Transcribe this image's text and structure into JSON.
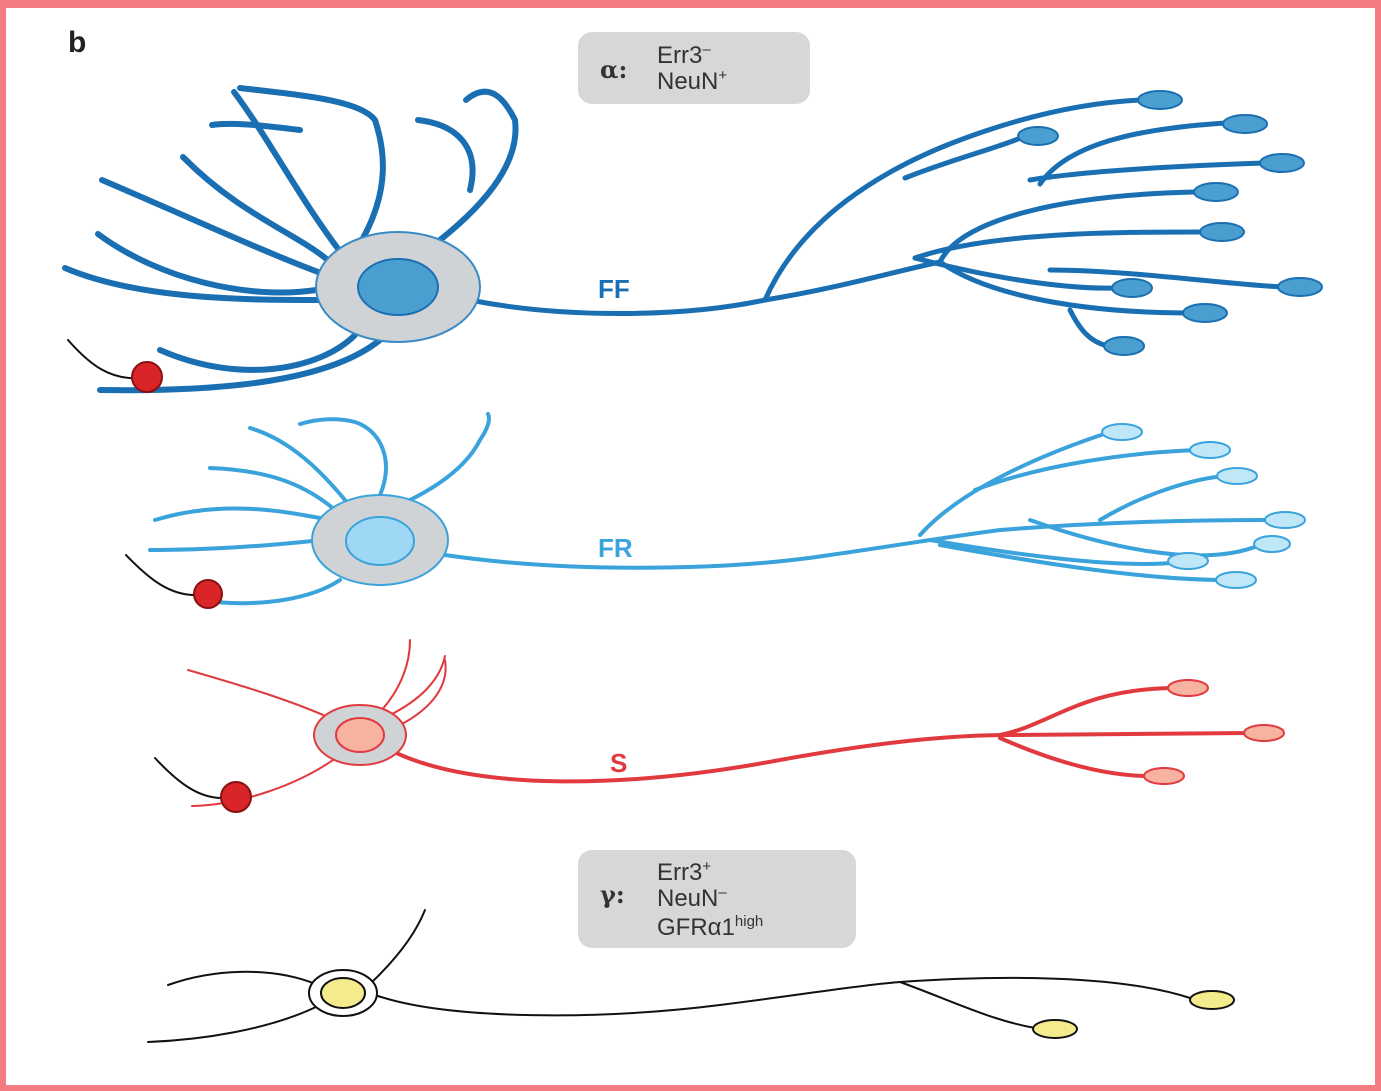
{
  "panel_label": "b",
  "alpha_badge": {
    "greek": "α:",
    "line1": "Err3",
    "line1_sup": "–",
    "line2": "NeuN",
    "line2_sup": "+"
  },
  "gamma_badge": {
    "greek": "γ:",
    "line1": "Err3",
    "line1_sup": "+",
    "line2": "NeuN",
    "line2_sup": "–",
    "line3": "GFRα1",
    "line3_sup": "high"
  },
  "neuron_types": [
    {
      "label": "FF",
      "color": "#1a6fb3"
    },
    {
      "label": "FR",
      "color": "#3aa3dc"
    },
    {
      "label": "S",
      "color": "#e03a3e"
    }
  ],
  "colors": {
    "frame": "#f47c80",
    "soma_grey": "#cfd3d6",
    "ff_nucleus": "#4a9fd0",
    "fr_nucleus": "#9fd8f4",
    "s_nucleus": "#f7b3a0",
    "gamma_nucleus": "#f4ec8c",
    "red_terminal": "#d9242a"
  }
}
